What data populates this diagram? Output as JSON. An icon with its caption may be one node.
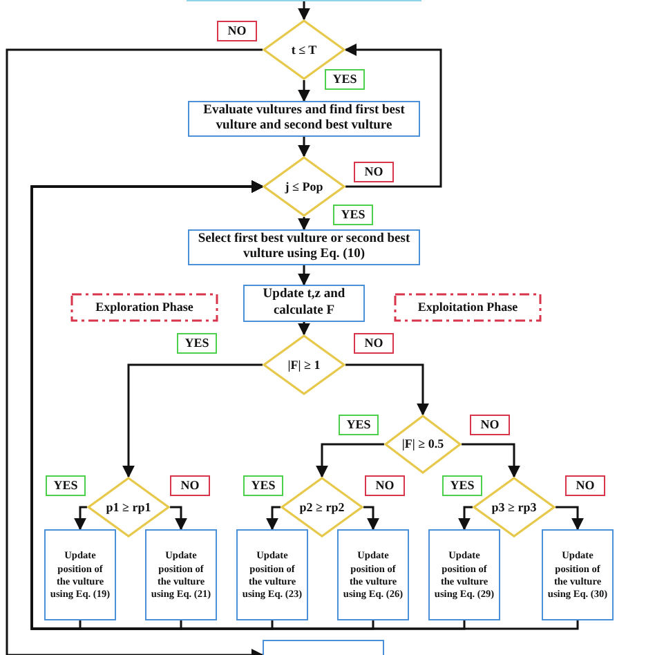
{
  "diagram": {
    "nodes": [
      {
        "text": [],
        "shape": "box"
      },
      {
        "text": [
          "NO"
        ]
      },
      {
        "text": [
          "t ≤ T"
        ]
      },
      {
        "text": [
          "YES"
        ]
      },
      {
        "text": [
          "Evaluate vultures and find first best vulture and second best vulture"
        ]
      },
      {
        "text": [
          "j ≤ Pop"
        ]
      },
      {
        "text": [
          "NO"
        ]
      },
      {
        "text": [
          "YES"
        ]
      },
      {
        "text": [
          "Select first best vulture or second best vulture using Eq. (10)"
        ]
      },
      {
        "text": [
          "Exploration Phase"
        ]
      },
      {
        "text": [
          "Update t,z and calculate F"
        ]
      },
      {
        "text": [
          "Exploitation Phase"
        ]
      },
      {
        "text": [
          "YES"
        ]
      },
      {
        "text": [
          "|F| ≥ 1"
        ]
      },
      {
        "text": [
          "NO"
        ]
      },
      {
        "text": [
          "YES"
        ]
      },
      {
        "text": [
          "|F| ≥ 0.5"
        ]
      },
      {
        "text": [
          "NO"
        ]
      },
      {
        "text": [
          "YES"
        ]
      },
      {
        "text": [
          "p1 ≥ rp1"
        ]
      },
      {
        "text": [
          "NO"
        ]
      },
      {
        "text": [
          "YES"
        ]
      },
      {
        "text": [
          "p2 ≥ rp2"
        ]
      },
      {
        "text": [
          "NO"
        ]
      },
      {
        "text": [
          "YES"
        ]
      },
      {
        "text": [
          "p3 ≥ rp3"
        ]
      },
      {
        "text": [
          "NO"
        ]
      },
      {
        "text": [
          "Update position of the vulture using Eq. (19)"
        ]
      },
      {
        "text": [
          "Update position of the vulture using Eq. (21)"
        ]
      },
      {
        "text": [
          "Update position of the vulture using Eq. (23)"
        ]
      },
      {
        "text": [
          "Update position of the vulture using Eq. (26)"
        ]
      },
      {
        "text": [
          "Update position of the vulture using Eq. (29)"
        ]
      },
      {
        "text": [
          "Update position of the vulture using Eq. (30)"
        ]
      },
      {
        "text": [],
        "shape": "box"
      }
    ],
    "edges": [
      {
        "from": 0,
        "to": 2,
        "arrow": "to"
      },
      {
        "from": 2,
        "to": 4,
        "arrow": "to"
      },
      {
        "from": 4,
        "to": 5,
        "arrow": "to"
      },
      {
        "from": 5,
        "to": 8,
        "arrow": "to"
      },
      {
        "from": 8,
        "to": 10,
        "arrow": "to"
      },
      {
        "from": 10,
        "to": 13,
        "arrow": "to"
      },
      {
        "from": 13,
        "to": 19,
        "arrow": "to"
      },
      {
        "from": 13,
        "to": 16,
        "arrow": "to"
      },
      {
        "from": 16,
        "to": 22,
        "arrow": "to"
      },
      {
        "from": 16,
        "to": 25,
        "arrow": "to"
      },
      {
        "from": 19,
        "to": 27,
        "arrow": "to"
      },
      {
        "from": 19,
        "to": 28,
        "arrow": "to"
      },
      {
        "from": 22,
        "to": 29,
        "arrow": "to"
      },
      {
        "from": 22,
        "to": 30,
        "arrow": "to"
      },
      {
        "from": 25,
        "to": 31,
        "arrow": "to"
      },
      {
        "from": 25,
        "to": 32,
        "arrow": "to"
      },
      {
        "from": 27,
        "to": 5,
        "arrow": "to"
      },
      {
        "from": 28,
        "to": 5,
        "arrow": "to"
      },
      {
        "from": 29,
        "to": 5,
        "arrow": "to"
      },
      {
        "from": 30,
        "to": 5,
        "arrow": "to"
      },
      {
        "from": 31,
        "to": 5,
        "arrow": "to"
      },
      {
        "from": 32,
        "to": 5,
        "arrow": "to"
      },
      {
        "from": 5,
        "to": 2,
        "arrow": "to"
      },
      {
        "from": 2,
        "to": 33,
        "arrow": "to"
      }
    ]
  }
}
